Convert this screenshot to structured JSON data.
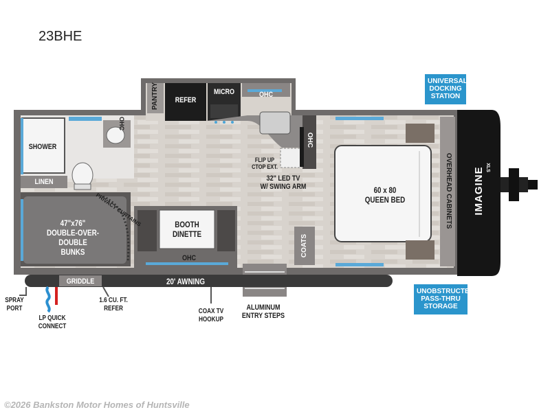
{
  "model": "23BHE",
  "rooms": {
    "shower": "SHOWER",
    "linen": "LINEN",
    "ohc": "OHC",
    "pantry": "PANTRY",
    "refer": "REFER",
    "micro": "MICRO",
    "flip_up": "FLIP UP\nCTOP EXT.",
    "tv": "32\" LED TV\nW/ SWING ARM",
    "bed": "60 x 80\nQUEEN BED",
    "overhead_cabinets": "OVERHEAD CABINETS",
    "coats": "COATS",
    "bunks": "47\"x76\"\nDOUBLE-OVER-DOUBLE\nBUNKS",
    "privacy_curtains": "PRIVACY CURTAINS",
    "booth_dinette": "BOOTH\nDINETTE",
    "griddle": "GRIDDLE",
    "awning": "20' AWNING"
  },
  "callouts": {
    "universal_docking": "UNIVERSAL\nDOCKING\nSTATION",
    "pass_thru": "UNOBSTRUCTED\nPASS-THRU\nSTORAGE"
  },
  "exterior": {
    "spray_port": "SPRAY\nPORT",
    "lp_quick_connect": "LP QUICK\nCONNECT",
    "refer_ext": "1.6 CU. FT.\nREFER",
    "coax": "COAX TV\nHOOKUP",
    "entry_steps": "ALUMINUM\nENTRY STEPS"
  },
  "brand": "IMAGINE",
  "brand_sub": "XLS",
  "footer": "©2026 Bankston Motor Homes of Huntsville",
  "colors": {
    "wall": "#6e6b6a",
    "floor": "#d9d4cf",
    "bunk_mattress": "#7a7878",
    "accent": "#2b95cc",
    "front_cap": "#151515"
  }
}
